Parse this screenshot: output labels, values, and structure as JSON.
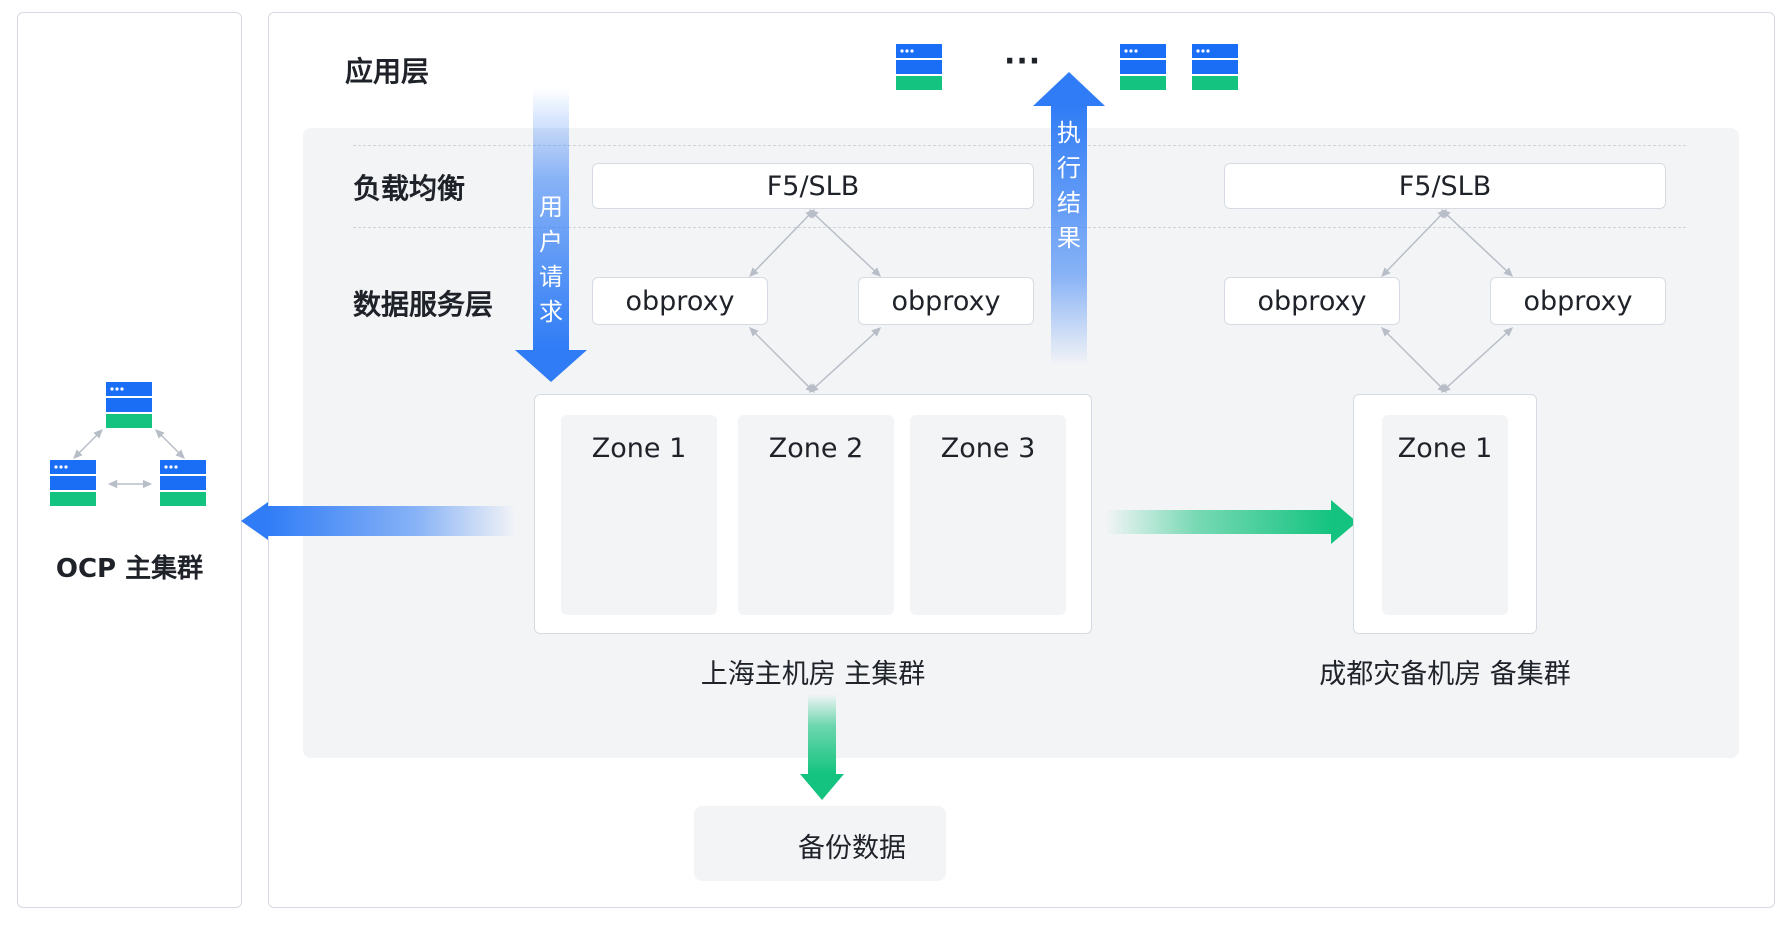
{
  "ocp": {
    "label": "OCP 主集群"
  },
  "layers": {
    "app": "应用层",
    "lb": "负载均衡",
    "data_service": "数据服务层"
  },
  "app_ellipsis": "···",
  "flows": {
    "user_request": [
      "用",
      "户",
      "请",
      "求"
    ],
    "exec_result": [
      "执",
      "行",
      "结",
      "果"
    ]
  },
  "shanghai": {
    "lb": "F5/SLB",
    "proxies": [
      "obproxy",
      "obproxy"
    ],
    "zones": [
      "Zone 1",
      "Zone 2",
      "Zone 3"
    ],
    "caption": "上海主机房 主集群"
  },
  "chengdu": {
    "lb": "F5/SLB",
    "proxies": [
      "obproxy",
      "obproxy"
    ],
    "zones": [
      "Zone 1"
    ],
    "caption": "成都灾备机房 备集群"
  },
  "backup": {
    "label": "备份数据",
    "icon": "backup-document-icon"
  },
  "colors": {
    "server_blue": "#1a6ef5",
    "server_green": "#13c37f",
    "arrow_blue": "#2f7cf6",
    "arrow_green": "#13c37f",
    "connector_gray": "#b8bec8",
    "dark_badge": "#0f2148"
  }
}
